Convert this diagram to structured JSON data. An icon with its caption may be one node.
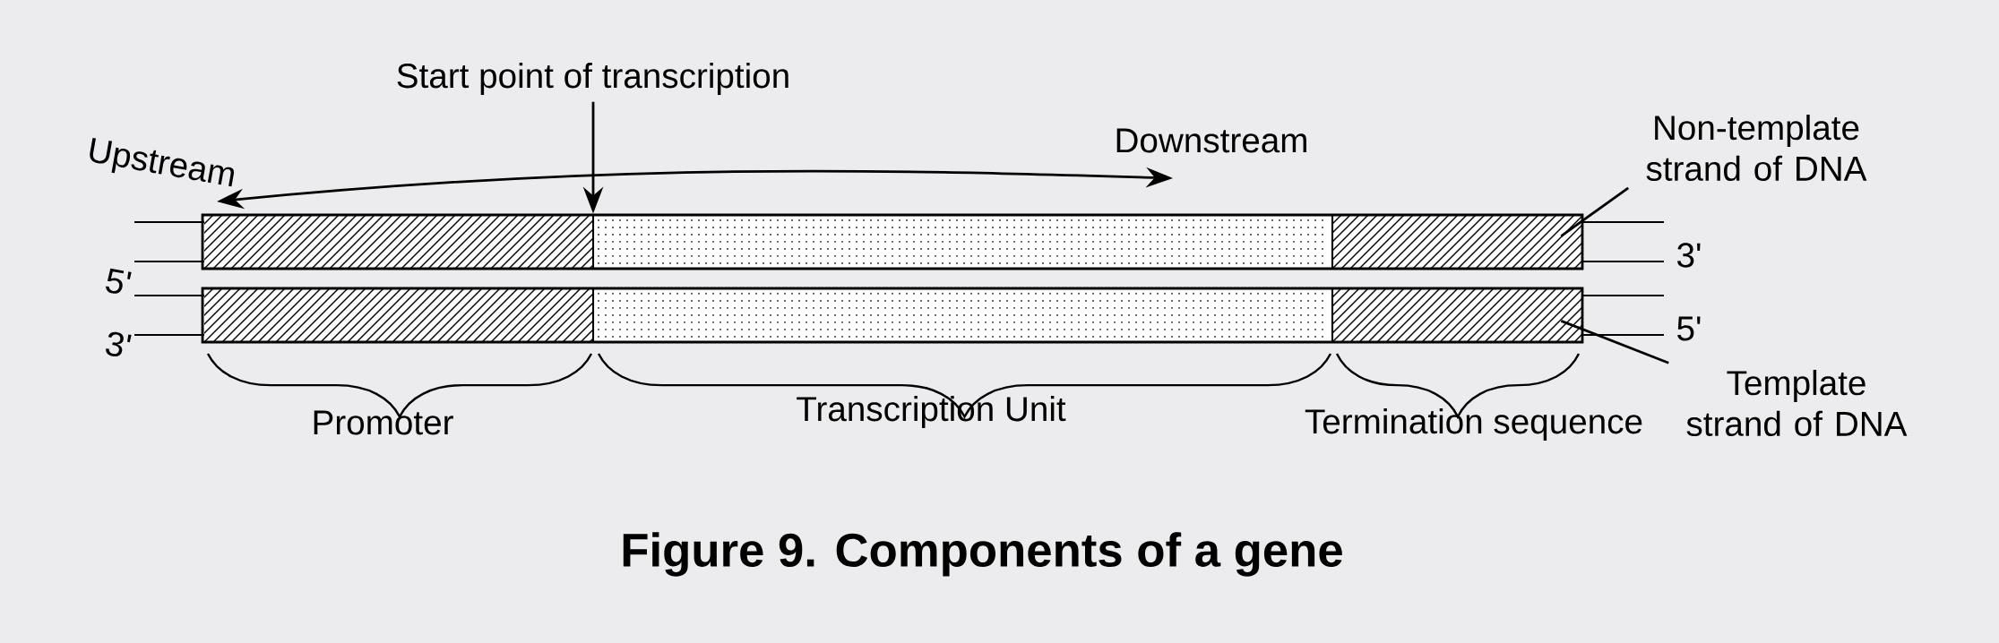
{
  "diagram": {
    "caption": "Figure 9.  Components of a gene",
    "nodes": [
      {
        "text": [
          "Start point of transcription"
        ]
      },
      {
        "text": [
          "Non-template strand of DNA"
        ]
      },
      {
        "text": [],
        "shape": "bar"
      },
      {
        "text": [],
        "shape": "bar"
      },
      {
        "text": [
          "Template strand of DNA"
        ]
      }
    ],
    "edges": [
      {
        "from": 0,
        "to": 2,
        "arrow": "to"
      },
      {
        "from": 1,
        "to": 2,
        "arrow": "none"
      },
      {
        "from": 4,
        "to": 3,
        "arrow": "none"
      }
    ],
    "labels": [
      "Upstream",
      "Downstream",
      "5'",
      "3'",
      "3'",
      "5'",
      "Promoter",
      "Transcription Unit",
      "Termination sequence"
    ]
  }
}
